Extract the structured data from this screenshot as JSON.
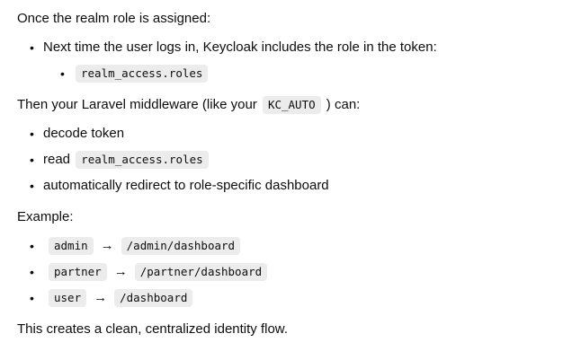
{
  "page": {
    "background": "#ffffff",
    "text_color": "#0d0d0d",
    "inline_code_bg": "#ececec"
  },
  "glyphs": {
    "bullet": "•"
  },
  "content": {
    "para_intro": "Once the realm role is assigned:",
    "token_list": {
      "item_text": "Next time the user logs in, Keycloak includes the role in the token:",
      "sub_item_code": "realm_access.roles"
    },
    "para_middleware": {
      "prefix": "Then your Laravel middleware (like your ",
      "code": "KC_AUTO",
      "suffix": " ) can:"
    },
    "middleware_list": {
      "item1": "decode token",
      "item2_prefix": "read ",
      "item2_code": "realm_access.roles",
      "item3": "automatically redirect to role-specific dashboard"
    },
    "example_heading": "Example:",
    "example_rows": [
      {
        "role": "admin",
        "arrow": "→",
        "path": "/admin/dashboard"
      },
      {
        "role": "partner",
        "arrow": "→",
        "path": "/partner/dashboard"
      },
      {
        "role": "user",
        "arrow": "→",
        "path": "/dashboard"
      }
    ],
    "para_outro": "This creates a clean, centralized identity flow."
  }
}
